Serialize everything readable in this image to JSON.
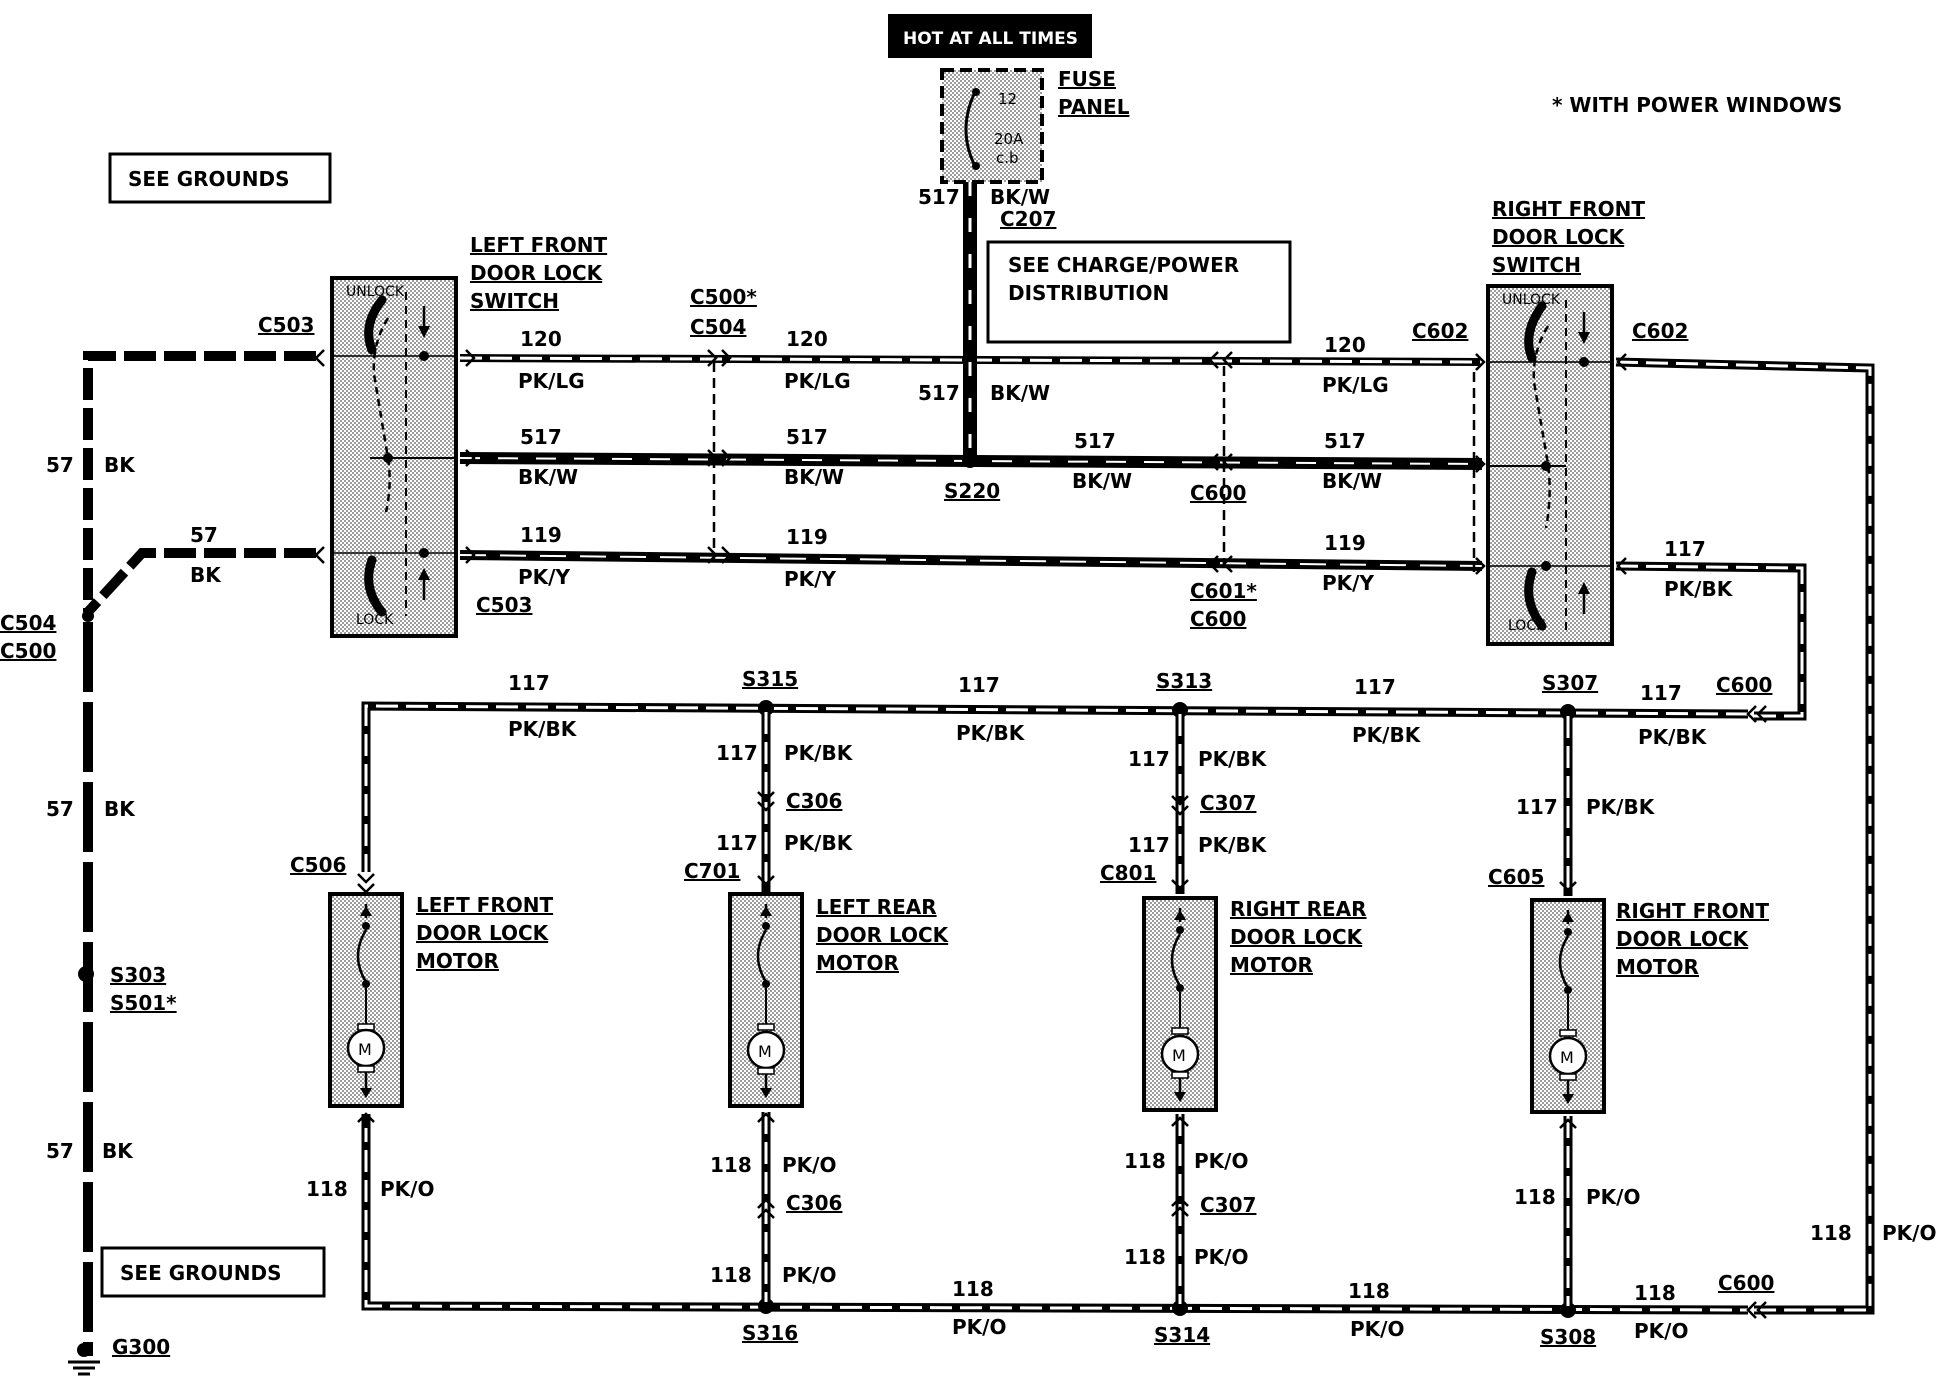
{
  "note_power_windows": "* WITH POWER WINDOWS",
  "hot_badge": "HOT AT ALL TIMES",
  "fuse": {
    "label_line1": "FUSE",
    "label_line2": "PANEL",
    "number": "12",
    "rating": "20A",
    "type": "c.b"
  },
  "see_grounds_top": "SEE GROUNDS",
  "see_grounds_bottom": "SEE GROUNDS",
  "see_charge_line1": "SEE CHARGE/POWER",
  "see_charge_line2": "DISTRIBUTION",
  "components": {
    "lf_switch": [
      "LEFT FRONT",
      "DOOR LOCK",
      "SWITCH"
    ],
    "rf_switch": [
      "RIGHT FRONT",
      "DOOR LOCK",
      "SWITCH"
    ],
    "lf_motor": [
      "LEFT FRONT",
      "DOOR LOCK",
      "MOTOR"
    ],
    "lr_motor": [
      "LEFT REAR",
      "DOOR LOCK",
      "MOTOR"
    ],
    "rr_motor": [
      "RIGHT REAR",
      "DOOR LOCK",
      "MOTOR"
    ],
    "rfm_motor": [
      "RIGHT FRONT",
      "DOOR LOCK",
      "MOTOR"
    ]
  },
  "switch_labels": {
    "unlock": "UNLOCK",
    "lock": "LOCK"
  },
  "motor_symbol": "M",
  "circuits": {
    "c57": "57",
    "c117": "117",
    "c118": "118",
    "c119": "119",
    "c120": "120",
    "c517": "517",
    "bk": "BK",
    "pk_bk": "PK/BK",
    "pk_o": "PK/O",
    "pk_y": "PK/Y",
    "pk_lg": "PK/LG",
    "bk_w": "BK/W"
  },
  "connectors": {
    "c503_top": "C503",
    "c503_bot": "C503",
    "c504_left": "C504",
    "c500_left": "C500",
    "c500_star": "C500*",
    "c504_mid": "C504",
    "c207": "C207",
    "c602_left": "C602",
    "c602_right": "C602",
    "c600_mid": "C600",
    "c601_star": "C601*",
    "c600_mid2": "C600",
    "c600_right": "C600",
    "c600_bottom": "C600",
    "c506": "C506",
    "c701": "C701",
    "c801": "C801",
    "c605": "C605",
    "c306_top": "C306",
    "c307_top": "C307",
    "c306_bot": "C306",
    "c307_bot": "C307"
  },
  "splices": {
    "s220": "S220",
    "s315": "S315",
    "s313": "S313",
    "s307": "S307",
    "s316": "S316",
    "s314": "S314",
    "s308": "S308",
    "s303": "S303",
    "s501_star": "S501*"
  },
  "ground": "G300",
  "colors": {
    "ink": "#000000",
    "background": "#ffffff",
    "component_fill": "#d8d8d8"
  }
}
